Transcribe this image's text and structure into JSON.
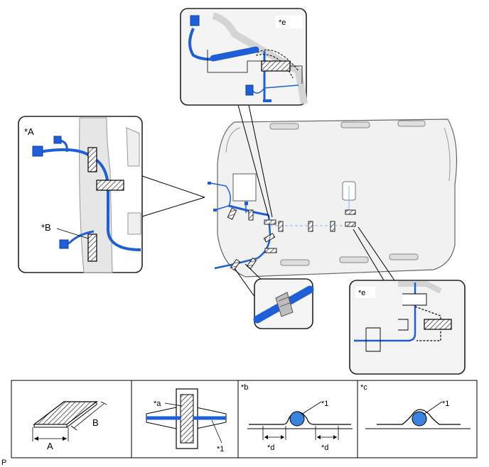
{
  "callouts": {
    "view_A": "*A",
    "view_B": "*B",
    "view_e_top": "*e",
    "view_e_right": "*e"
  },
  "legend": {
    "cell1": {
      "dim_a": "A",
      "dim_b": "B"
    },
    "cell2": {
      "label_a": "*a",
      "label_1": "*1"
    },
    "cell3": {
      "tag": "*b",
      "label_1": "*1",
      "label_d_left": "*d",
      "label_d_right": "*d"
    },
    "cell4": {
      "tag": "*c",
      "label_1": "*1"
    }
  },
  "footer_code": "P",
  "colors": {
    "wire": "#1e5fd8",
    "wire_dark": "#0d3fa8",
    "body": "#eeeeee",
    "outline": "#555555"
  }
}
